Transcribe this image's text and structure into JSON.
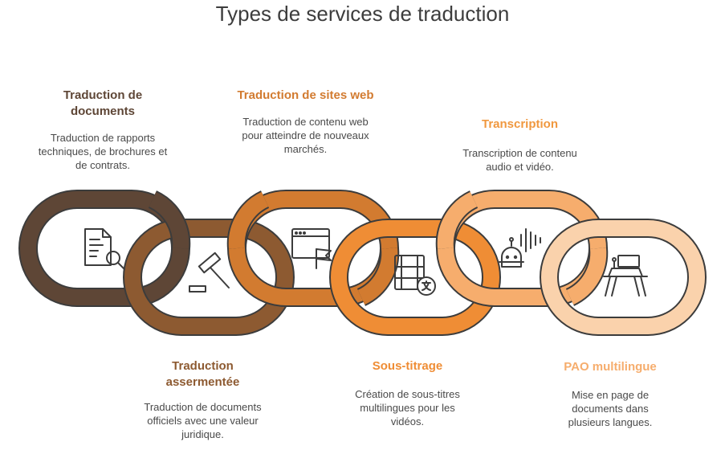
{
  "title": "Types de services de traduction",
  "colors": {
    "link1": "#5e4636",
    "link2": "#8d5a31",
    "link3": "#d27b30",
    "link4": "#ef8d35",
    "link5": "#f6ad6d",
    "link6": "#fad2ac",
    "outline": "#3c3c3c"
  },
  "items": [
    {
      "title": "Traduction de documents",
      "description": "Traduction de rapports techniques, de brochures et de contrats.",
      "color": "#5e4636",
      "icon": "document-search-icon"
    },
    {
      "title": "Traduction assermentée",
      "description": "Traduction de documents officiels avec une valeur juridique.",
      "color": "#8d5a31",
      "icon": "gavel-icon"
    },
    {
      "title": "Traduction de sites web",
      "description": "Traduction de contenu web pour atteindre de nouveaux marchés.",
      "color": "#d27b30",
      "icon": "browser-flag-icon"
    },
    {
      "title": "Sous-titrage",
      "description": "Création de sous-titres multilingues pour les vidéos.",
      "color": "#ef8d35",
      "icon": "film-translate-icon"
    },
    {
      "title": "Transcription",
      "description": "Transcription de contenu audio et vidéo.",
      "color": "#f6ad6d",
      "icon": "robot-soundwave-icon"
    },
    {
      "title": "PAO multilingue",
      "description": "Mise en page de documents dans plusieurs langues.",
      "color": "#f6ad6d",
      "icon": "desk-layout-icon"
    }
  ]
}
